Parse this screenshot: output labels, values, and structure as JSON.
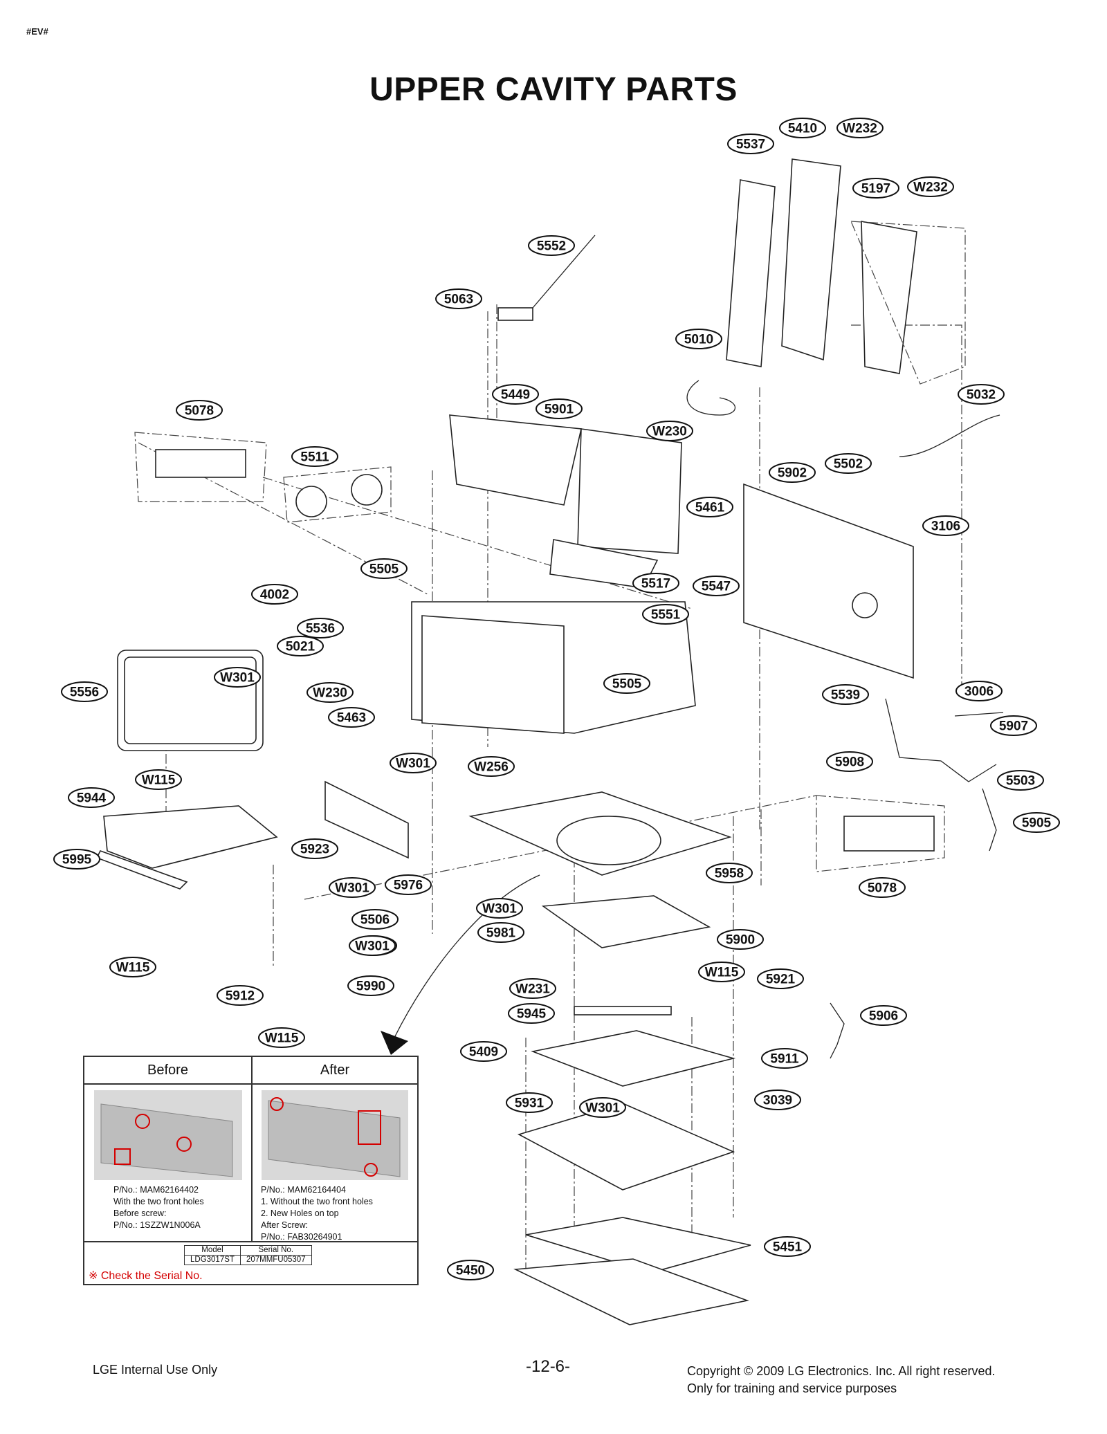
{
  "header": {
    "mark": "#EV#",
    "title": "UPPER CAVITY PARTS"
  },
  "callouts": [
    {
      "id": "5410"
    },
    {
      "id": "W232"
    },
    {
      "id": "5537"
    },
    {
      "id": "5197"
    },
    {
      "id": "W232"
    },
    {
      "id": "5552"
    },
    {
      "id": "5063"
    },
    {
      "id": "5010"
    },
    {
      "id": "5032"
    },
    {
      "id": "5449"
    },
    {
      "id": "5901"
    },
    {
      "id": "W230"
    },
    {
      "id": "5078"
    },
    {
      "id": "5511"
    },
    {
      "id": "5902"
    },
    {
      "id": "5502"
    },
    {
      "id": "5461"
    },
    {
      "id": "3106"
    },
    {
      "id": "5505"
    },
    {
      "id": "4002"
    },
    {
      "id": "5517"
    },
    {
      "id": "5547"
    },
    {
      "id": "5551"
    },
    {
      "id": "5536"
    },
    {
      "id": "5021"
    },
    {
      "id": "W301"
    },
    {
      "id": "W230"
    },
    {
      "id": "5556"
    },
    {
      "id": "5505"
    },
    {
      "id": "5539"
    },
    {
      "id": "3006"
    },
    {
      "id": "5463"
    },
    {
      "id": "5907"
    },
    {
      "id": "W301"
    },
    {
      "id": "W256"
    },
    {
      "id": "5908"
    },
    {
      "id": "5503"
    },
    {
      "id": "W115"
    },
    {
      "id": "5944"
    },
    {
      "id": "5905"
    },
    {
      "id": "5995"
    },
    {
      "id": "5923"
    },
    {
      "id": "5958"
    },
    {
      "id": "W301"
    },
    {
      "id": "5976"
    },
    {
      "id": "5078"
    },
    {
      "id": "W301"
    },
    {
      "id": "5506"
    },
    {
      "id": "5981"
    },
    {
      "id": "W301"
    },
    {
      "id": "5900"
    },
    {
      "id": "W301"
    },
    {
      "id": "W115"
    },
    {
      "id": "5990"
    },
    {
      "id": "W231"
    },
    {
      "id": "5921"
    },
    {
      "id": "W115"
    },
    {
      "id": "5912"
    },
    {
      "id": "5945"
    },
    {
      "id": "5906"
    },
    {
      "id": "W115"
    },
    {
      "id": "5409"
    },
    {
      "id": "5911"
    },
    {
      "id": "5931"
    },
    {
      "id": "3039"
    },
    {
      "id": "W301"
    },
    {
      "id": "5451"
    },
    {
      "id": "5450"
    }
  ],
  "note": {
    "before_label": "Before",
    "after_label": "After",
    "before_lines": [
      "P/No.: MAM62164402",
      "With the two front holes",
      "Before screw:",
      "P/No.: 1SZZW1N006A"
    ],
    "after_lines": [
      "P/No.: MAM62164404",
      "1. Without the two front holes",
      "2. New Holes on top",
      "After Screw:",
      "P/No.: FAB30264901"
    ],
    "table": {
      "model_header": "Model",
      "serial_header": "Serial No.",
      "model": "LDG3017ST",
      "serial": "207MMFU05307"
    },
    "check": "※ Check the Serial No.",
    "accent": "#d40000"
  },
  "footer": {
    "left": "LGE Internal Use Only",
    "page": "-12-6-",
    "right_1": "Copyright © 2009 LG Electronics. Inc. All right reserved.",
    "right_2": "Only for training and service purposes"
  }
}
